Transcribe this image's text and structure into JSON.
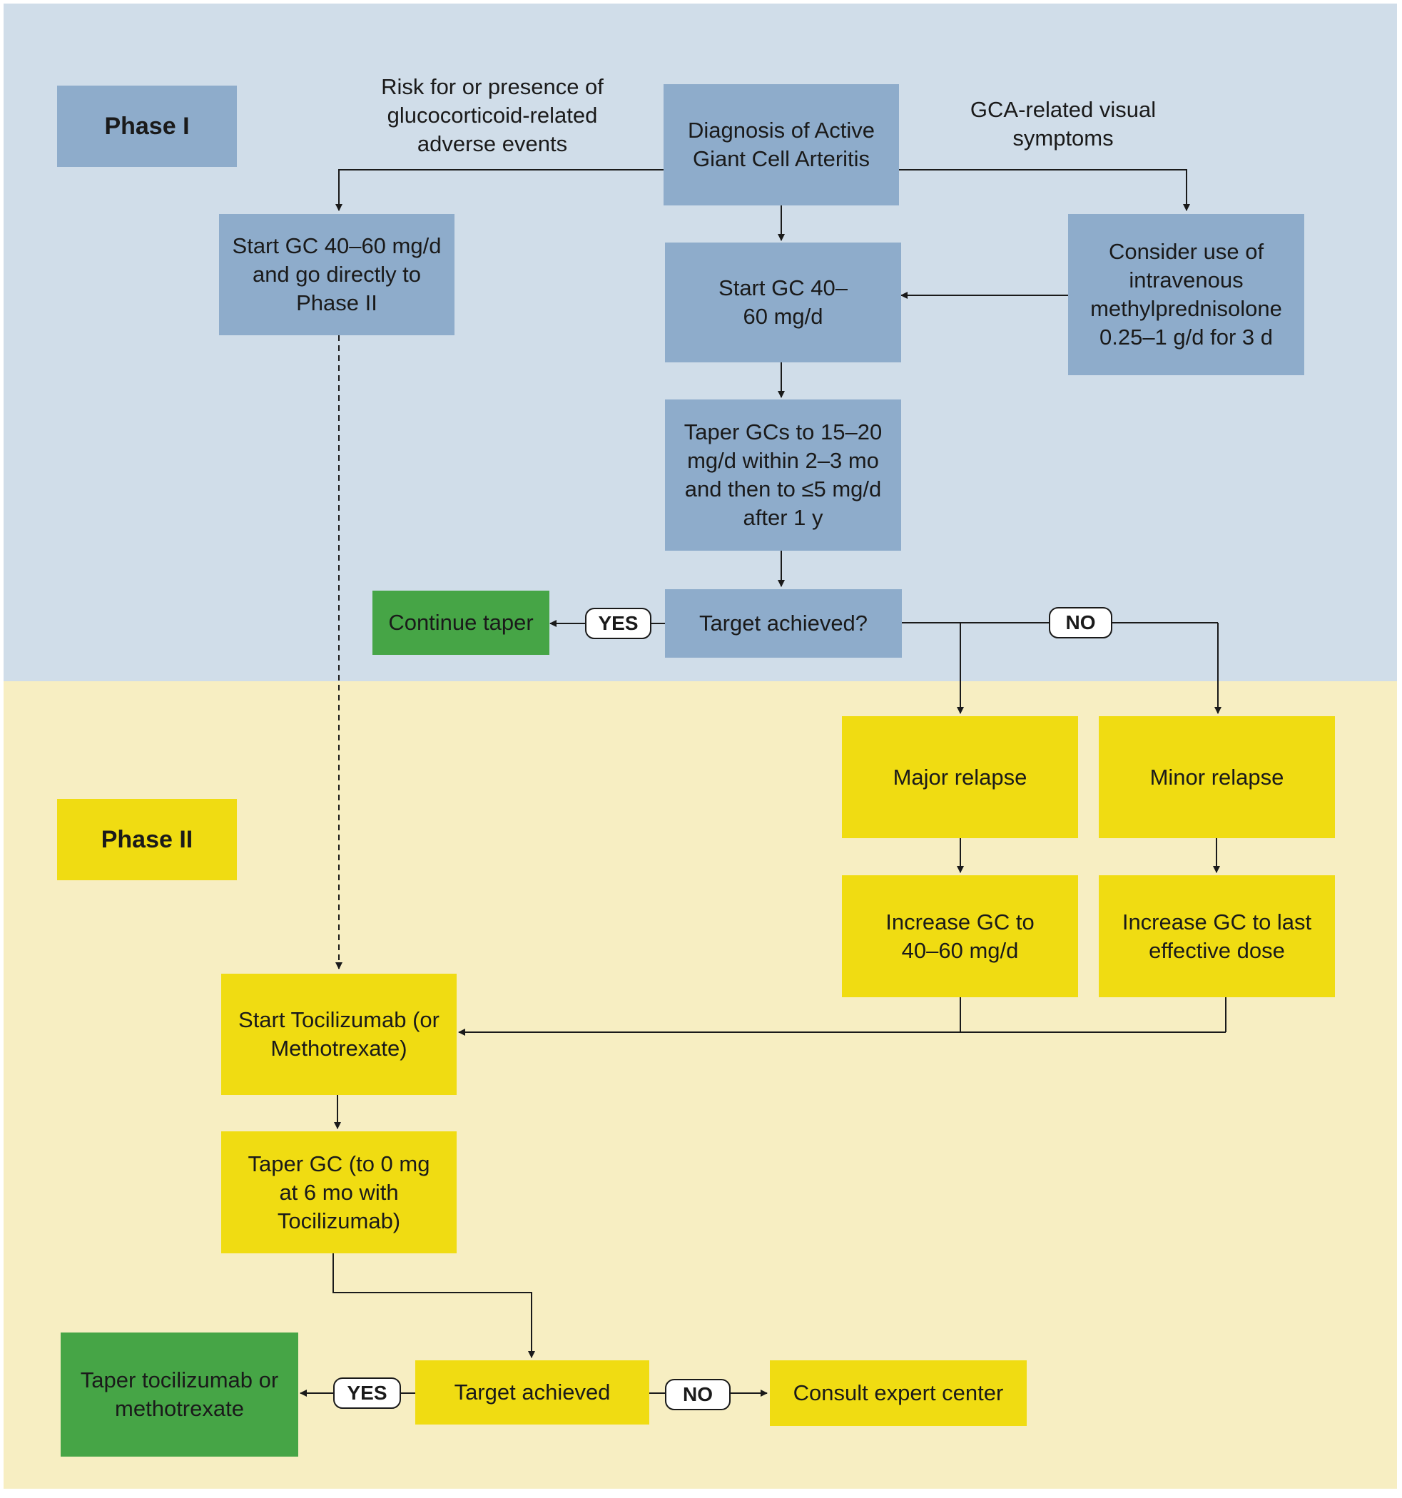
{
  "colors": {
    "phase1_background": "#d0dde9",
    "phase2_background": "#f7eec2",
    "blue_box": "#8eaccb",
    "yellow_box": "#f0dc12",
    "green_box": "#46a546"
  },
  "phase1": {
    "label": "Phase I",
    "note_left": "Risk for or presence of glucocorticoid-related adverse events",
    "note_right": "GCA-related visual symptoms",
    "diagnosis": "Diagnosis of Active Giant Cell Arteritis",
    "start_gc_direct": "Start GC 40–60 mg/d and go directly to Phase II",
    "start_gc": "Start GC 40–60 mg/d",
    "consider_iv": "Consider use of intravenous methylprednisolone 0.25–1 g/d for 3 d",
    "taper_gcs": "Taper GCs to 15–20 mg/d within 2–3 mo and then to ≤5 mg/d after 1 y",
    "target_achieved": "Target achieved?",
    "continue_taper": "Continue taper",
    "yes": "YES",
    "no": "NO"
  },
  "phase2": {
    "label": "Phase II",
    "major_relapse": "Major relapse",
    "minor_relapse": "Minor relapse",
    "increase_gc_major": "Increase GC to 40–60 mg/d",
    "increase_gc_minor": "Increase GC to last effective dose",
    "start_tocilizumab": "Start Tocilizumab (or Methotrexate)",
    "taper_gc": "Taper GC (to 0 mg at 6 mo with Tocilizumab)",
    "target_achieved": "Target achieved",
    "taper_tocilizumab": "Taper tocilizumab or methotrexate",
    "consult_expert": "Consult expert center",
    "yes": "YES",
    "no": "NO"
  }
}
